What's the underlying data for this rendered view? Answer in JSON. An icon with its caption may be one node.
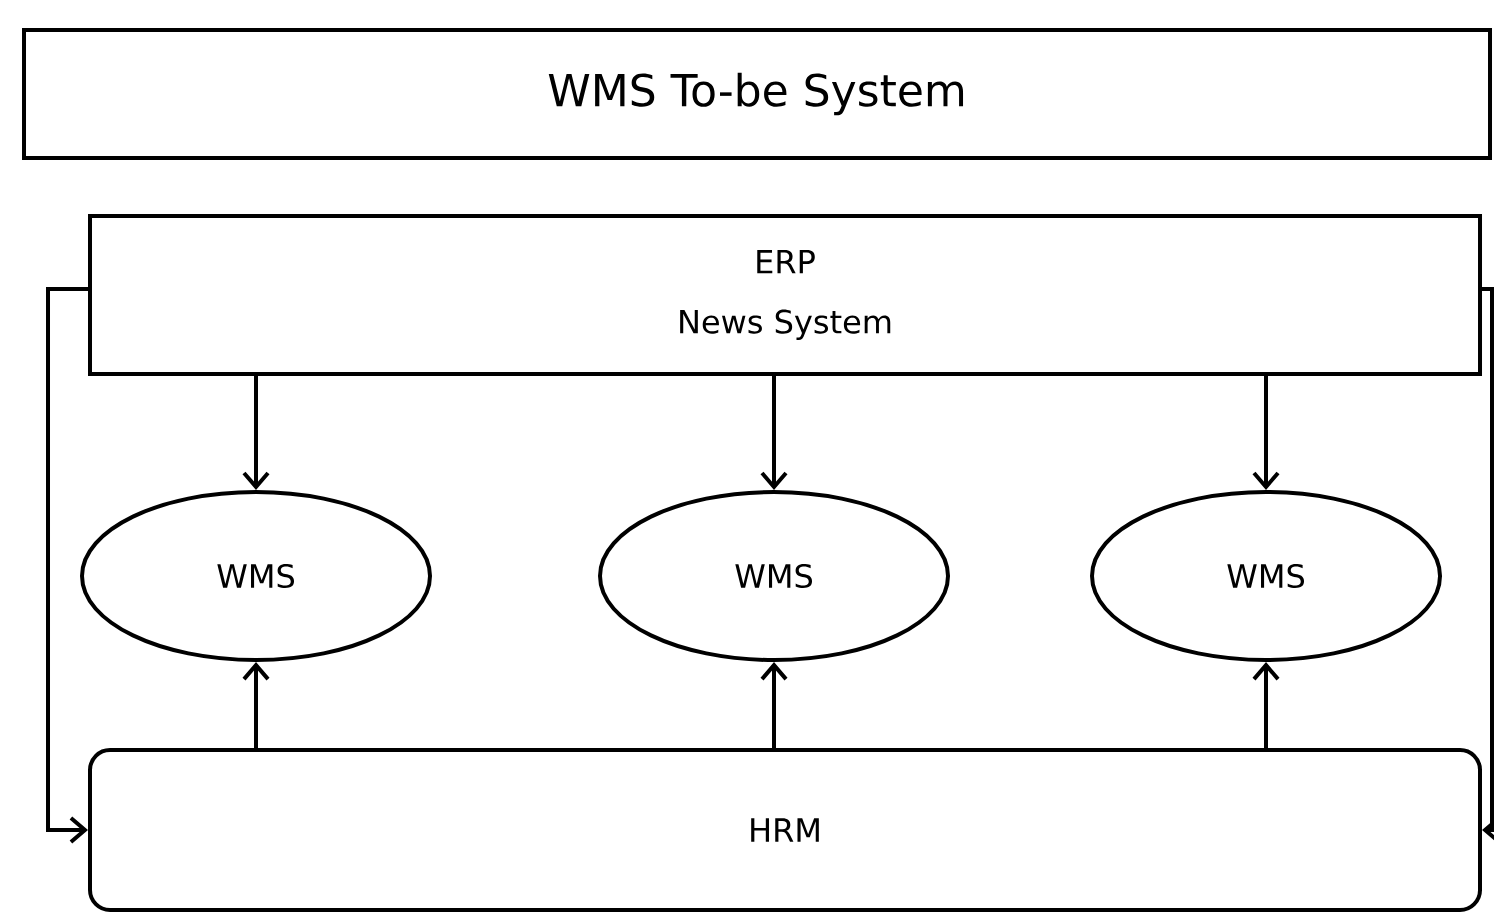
{
  "diagram": {
    "nodes": [
      {
        "text": [
          "WMS To-be System"
        ]
      },
      {
        "text": [
          "ERP",
          "News System"
        ]
      },
      {
        "text": [
          "WMS"
        ]
      },
      {
        "text": [
          "WMS"
        ]
      },
      {
        "text": [
          "WMS"
        ]
      },
      {
        "text": [
          "HRM"
        ]
      }
    ],
    "edges": [
      {
        "from": 1,
        "to": 2,
        "arrow": "to"
      },
      {
        "from": 1,
        "to": 3,
        "arrow": "to"
      },
      {
        "from": 1,
        "to": 4,
        "arrow": "to"
      },
      {
        "from": 5,
        "to": 2,
        "arrow": "to"
      },
      {
        "from": 5,
        "to": 3,
        "arrow": "to"
      },
      {
        "from": 5,
        "to": 4,
        "arrow": "to"
      },
      {
        "from": 1,
        "to": 5,
        "arrow": "to"
      },
      {
        "from": 1,
        "to": 5,
        "arrow": "to"
      }
    ]
  }
}
